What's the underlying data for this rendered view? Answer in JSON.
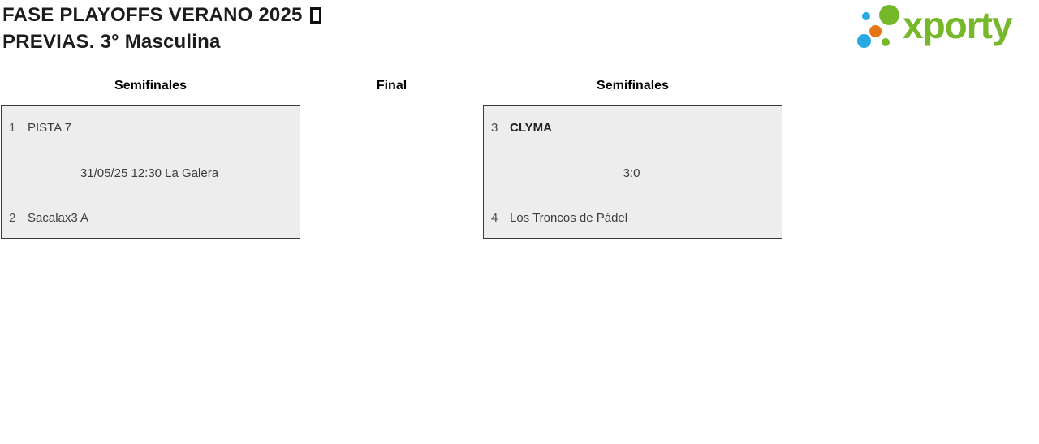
{
  "header": {
    "title_line1": "FASE PLAYOFFS VERANO 2025",
    "title_line2": "PREVIAS. 3° Masculina",
    "title_glyph_icon": "missing-glyph-box"
  },
  "logo": {
    "wordmark": "xporty",
    "wordmark_color": "#76b82a",
    "dot_colors": {
      "green": "#76b82a",
      "blue": "#29a9e1",
      "orange": "#e87511"
    }
  },
  "bracket": {
    "columns": [
      {
        "label": "Semifinales"
      },
      {
        "label": "Final"
      },
      {
        "label": "Semifinales"
      }
    ],
    "matches": [
      {
        "round": "Semifinales",
        "team1": {
          "seed": "1",
          "name": "PISTA 7",
          "winner": false
        },
        "center_info": "31/05/25 12:30 La Galera",
        "team2": {
          "seed": "2",
          "name": "Sacalax3 A",
          "winner": false
        }
      },
      {
        "round": "Semifinales",
        "team1": {
          "seed": "3",
          "name": "CLYMA",
          "winner": true
        },
        "center_info": "3:0",
        "team2": {
          "seed": "4",
          "name": "Los Troncos de Pádel",
          "winner": false
        }
      }
    ]
  },
  "colors": {
    "box_background": "#ededed",
    "box_border": "#3a3a3a",
    "text_dark": "#3c3c3c",
    "title_text": "#1c1c1c"
  }
}
